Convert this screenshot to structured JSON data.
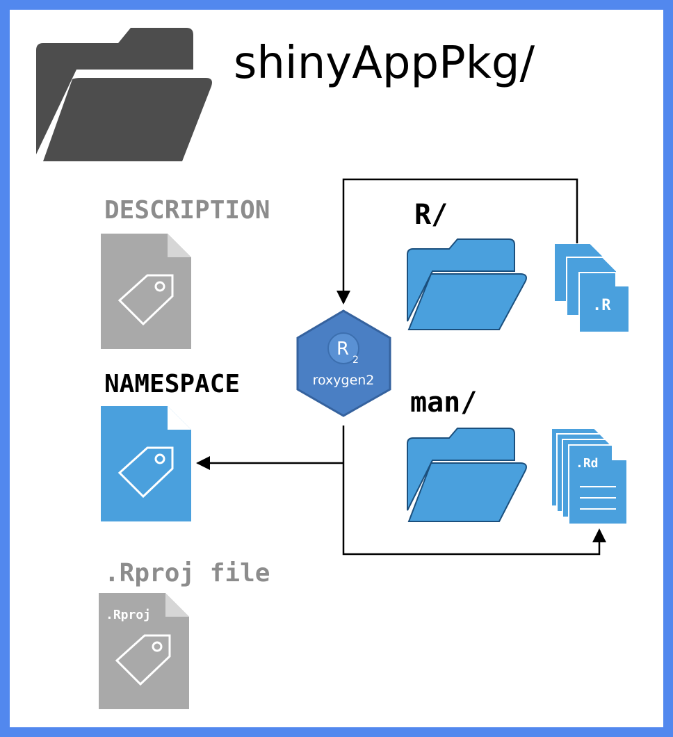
{
  "title": "shinyAppPkg/",
  "files": {
    "description": "DESCRIPTION",
    "namespace": "NAMESPACE",
    "rproj_heading": ".Rproj file",
    "rproj_tag": ".Rproj"
  },
  "folders": {
    "r": "R/",
    "man": "man/"
  },
  "docs": {
    "r_ext": ".R",
    "rd_ext": ".Rd"
  },
  "roxygen": {
    "logo_letter": "R",
    "logo_sub": "2",
    "name": "roxygen2"
  },
  "colors": {
    "border": "#5288ee",
    "dark_folder": "#4d4d4d",
    "blue": "#4aa0dd",
    "gray": "#a9a9a9",
    "hex": "#4a7fc4"
  }
}
